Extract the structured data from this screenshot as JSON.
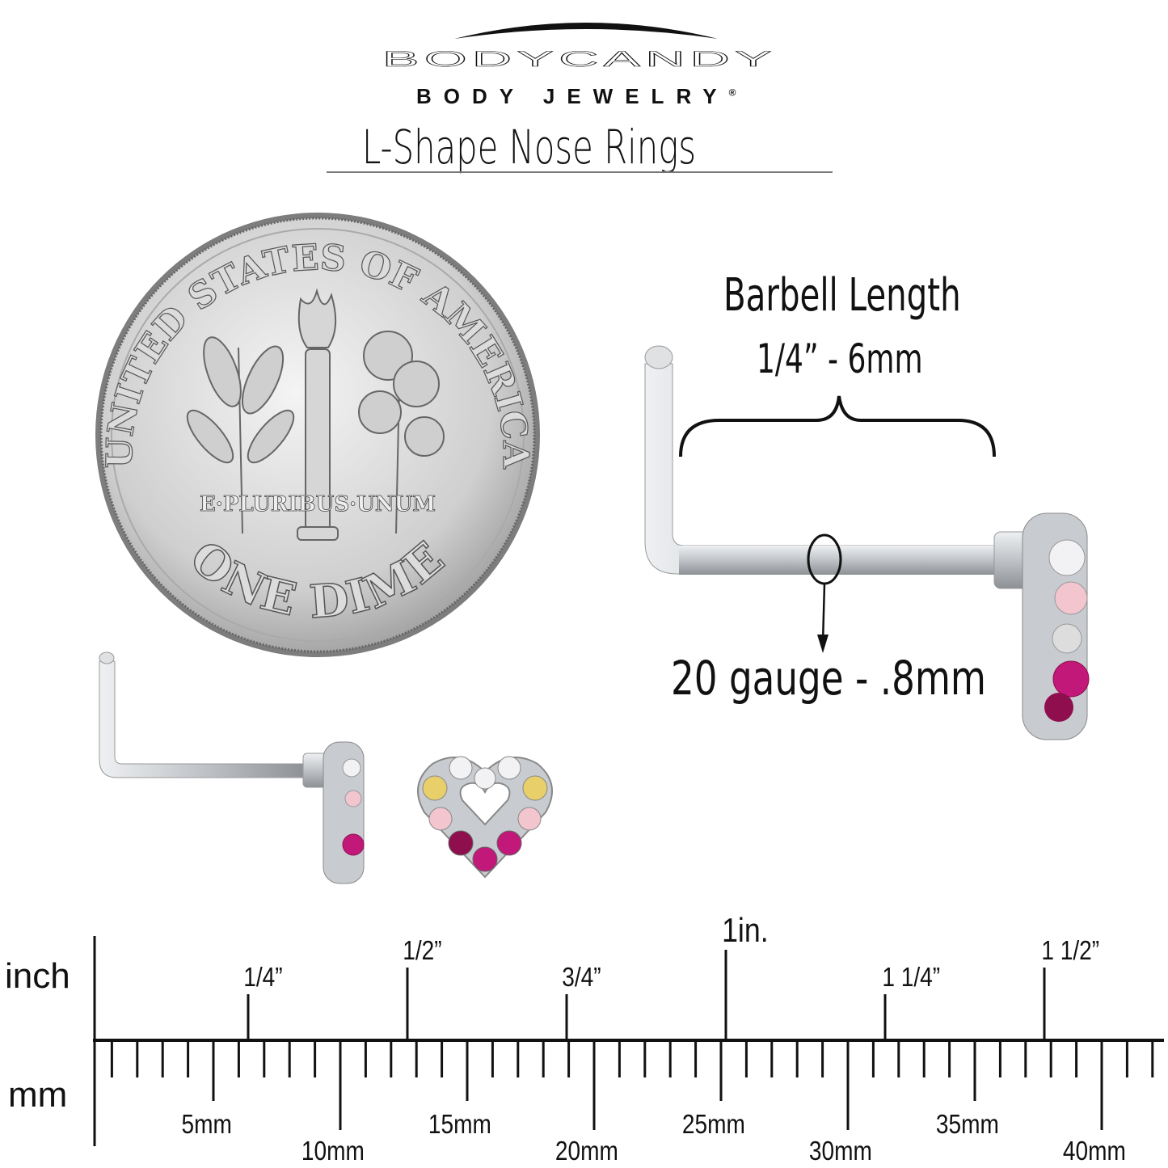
{
  "logo": {
    "brand": "BODYCANDY",
    "tagline": "BODY JEWELRY",
    "registered": "®"
  },
  "title": "L-Shape Nose Rings",
  "annotations": {
    "barbell_label": "Barbell Length",
    "barbell_size": "1/4” - 6mm",
    "gauge": "20 gauge - .8mm"
  },
  "coin": {
    "top_text": "UNITED STATES OF AMERICA",
    "motto": "E·PLURIBUS·UNUM",
    "denomination": "ONE DIME"
  },
  "product": {
    "gem_colors": [
      "#f2f2f4",
      "#e8cf6a",
      "#f3c6cf",
      "#c2187a",
      "#8f0f4e"
    ],
    "metal_color": "#c8ccd0"
  },
  "ruler": {
    "inch_label": "inch",
    "mm_label": "mm",
    "inch_marks": [
      {
        "value": 0.25,
        "label": "1/4”"
      },
      {
        "value": 0.5,
        "label": "1/2”"
      },
      {
        "value": 0.75,
        "label": "3/4”"
      },
      {
        "value": 1,
        "label": "1in."
      },
      {
        "value": 1.25,
        "label": "1 1/4”"
      },
      {
        "value": 1.5,
        "label": "1 1/2”"
      }
    ],
    "mm_max": 42,
    "mm_labels": [
      {
        "value": 5,
        "label": "5mm"
      },
      {
        "value": 10,
        "label": "10mm"
      },
      {
        "value": 15,
        "label": "15mm"
      },
      {
        "value": 20,
        "label": "20mm"
      },
      {
        "value": 25,
        "label": "25mm"
      },
      {
        "value": 30,
        "label": "30mm"
      },
      {
        "value": 35,
        "label": "35mm"
      },
      {
        "value": 40,
        "label": "40mm"
      }
    ]
  }
}
